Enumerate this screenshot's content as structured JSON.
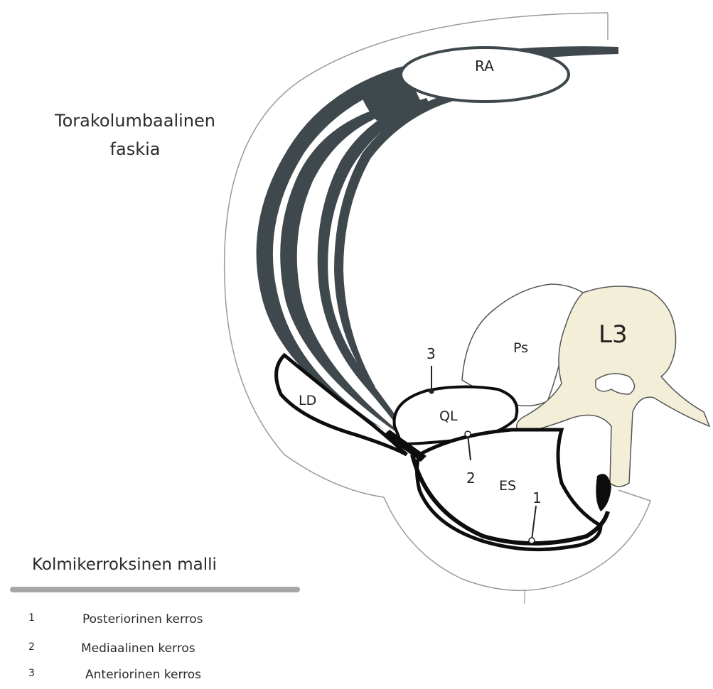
{
  "title": {
    "line1": "Torakolumbaalinen",
    "line2": "faskia"
  },
  "labels": {
    "ra": "RA",
    "ps": "Ps",
    "l3": "L3",
    "ld": "LD",
    "ql": "QL",
    "es": "ES",
    "marker1": "1",
    "marker2": "2",
    "marker3": "3"
  },
  "legend": {
    "title": "Kolmikerroksinen malli",
    "items": [
      {
        "number": "1",
        "label": "Posteriorinen kerros"
      },
      {
        "number": "2",
        "label": "Mediaalinen kerros"
      },
      {
        "number": "3",
        "label": "Anteriorinen kerros"
      }
    ]
  },
  "colors": {
    "fascia": "#3f484d",
    "layer_line": "#0d0d0d",
    "vertebra_fill": "#f2eed7",
    "outline": "#555555",
    "legend_bar": "#a7a7a7"
  }
}
